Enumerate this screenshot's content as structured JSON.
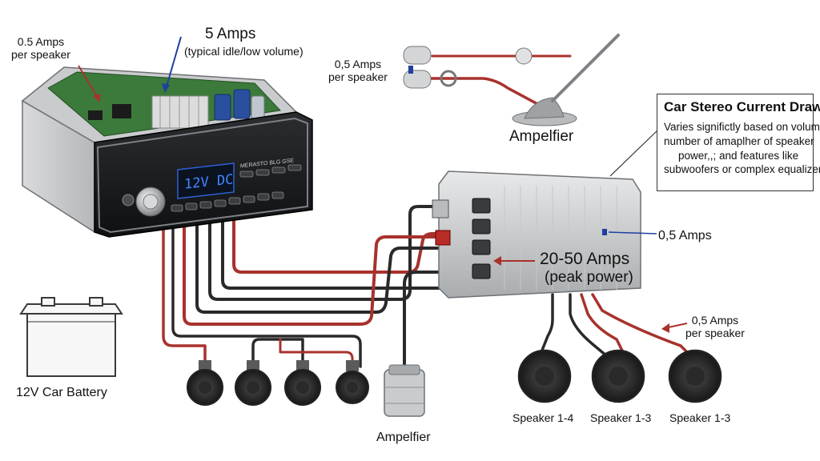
{
  "labels": {
    "left_current": [
      "0.5 Amps",
      "per speaker"
    ],
    "main_current": "5 Amps",
    "main_current_note": "(typical idle/low volume)",
    "top_current": [
      "0,5 Amps",
      "per speaker"
    ],
    "amp_top_label": "Ampelfier",
    "amp_side_current": "0,5 Amps",
    "peak_current": "20-50 Amps",
    "peak_note": "(peak power)",
    "right_current": [
      "0,5 Amps",
      "per speaker"
    ],
    "battery": "12V Car Battery",
    "amp_bottom_label": "Ampelfier",
    "speakers": [
      "Speaker 1-4",
      "Speaker 1-3",
      "Speaker 1-3"
    ]
  },
  "info_box": {
    "title": "Car Stereo Current Draw:",
    "lines": [
      "Varies significtly based on volume,",
      "number of amaplher of speaker",
      "power,,; and features like",
      "subwoofers or complex equalizers"
    ]
  },
  "stereo": {
    "display": "12V DC",
    "brand_text": "MERASTO BLG GSE"
  },
  "colors": {
    "wire_red": "#a8322c",
    "wire_black": "#2a2a2a",
    "arrow_blue": "#1f3f9e",
    "display_blue": "#2b62d6",
    "pcb_green": "#3b7a3a"
  }
}
